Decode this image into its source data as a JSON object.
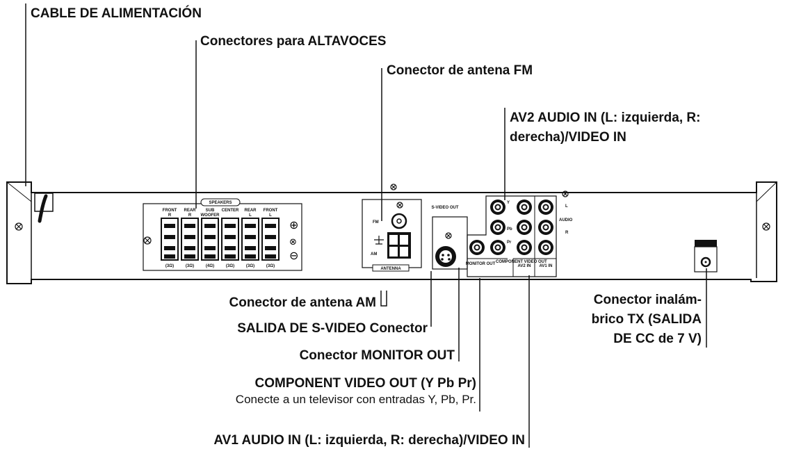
{
  "labels": {
    "power_cable": "CABLE DE ALIMENTACIÓN",
    "speaker_connectors": "Conectores para ALTAVOCES",
    "fm_antenna": "Conector de antena FM",
    "av2_line1": "AV2 AUDIO IN (L: izquierda, R:",
    "av2_line2": "derecha)/VIDEO IN",
    "am_antenna": "Conector de antena AM",
    "svideo_out": "SALIDA DE S-VIDEO Conector",
    "monitor_out": "Conector MONITOR OUT",
    "component_title": "COMPONENT VIDEO OUT (Y Pb Pr)",
    "component_desc": "Conecte a un televisor con entradas Y, Pb, Pr.",
    "av1": "AV1 AUDIO IN (L: izquierda, R: derecha)/VIDEO IN",
    "wireless_line1": "Conector inalám-",
    "wireless_line2": "brico TX (SALIDA",
    "wireless_line3": "DE CC de 7 V)"
  },
  "panel": {
    "speakers_title": "SPEAKERS",
    "speaker_channels": [
      "FRONT R",
      "REAR R",
      "SUB WOOFER",
      "CENTER",
      "REAR L",
      "FRONT L"
    ],
    "speaker_ohms": [
      "(3Ω)",
      "(3Ω)",
      "(4Ω)",
      "(3Ω)",
      "(3Ω)",
      "(3Ω)"
    ],
    "antenna_title": "ANTENNA",
    "fm_mark": "FM",
    "am_mark": "AM",
    "svideo_mark": "S-VIDEO OUT",
    "monitor_mark": "MONITOR OUT",
    "component_mark": "COMPONENT VIDEO OUT",
    "av2_mark": "AV2 IN",
    "av1_mark": "AV1 IN",
    "audio_mark": "AUDIO",
    "l_mark": "L",
    "r_mark": "R",
    "y_mark": "Y",
    "pb_mark": "Pb",
    "pr_mark": "Pr"
  }
}
